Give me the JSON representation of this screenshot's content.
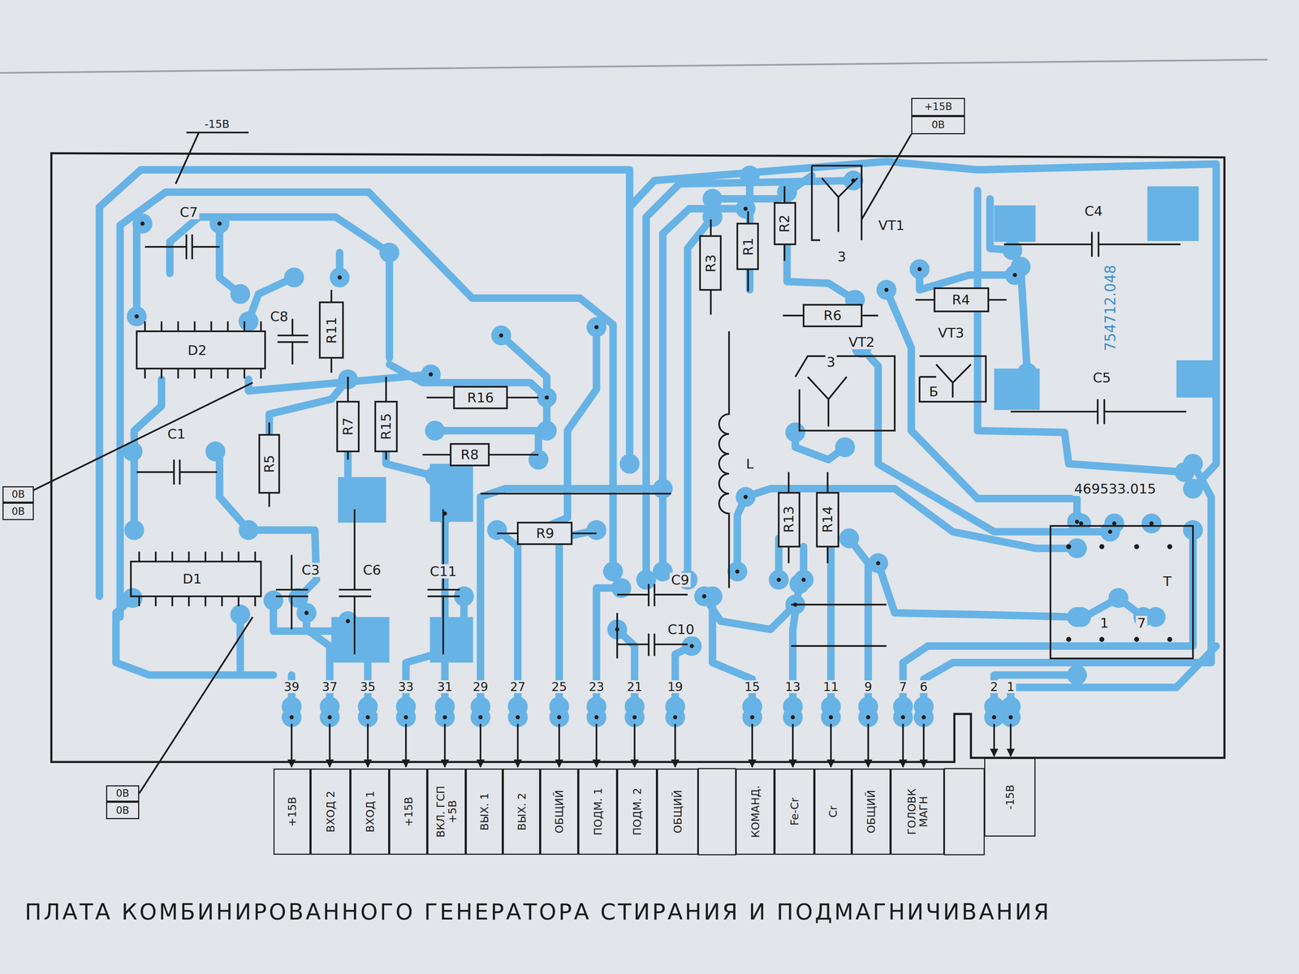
{
  "diagram": {
    "caption": "ПЛАТА КОМБИНИРОВАННОГО ГЕНЕРАТОРА СТИРАНИЯ И ПОДМАГНИЧИВАНИЯ",
    "nodes": [
      {
        "text": [
          "+15В"
        ]
      },
      {
        "text": [
          "0В"
        ]
      },
      {
        "text": [
          "0В"
        ]
      },
      {
        "text": [
          "0В"
        ]
      },
      {
        "text": [
          "0В"
        ]
      },
      {
        "text": [
          "0В"
        ]
      },
      {
        "text": [
          "+15В"
        ]
      },
      {
        "text": [
          "ВХОД 2"
        ]
      },
      {
        "text": [
          "ВХОД 1"
        ]
      },
      {
        "text": [
          "+15В"
        ]
      },
      {
        "text": [
          "ВКЛ. ГСП +5В"
        ]
      },
      {
        "text": [
          "ВЫХ. 1"
        ]
      },
      {
        "text": [
          "ВЫХ. 2"
        ]
      },
      {
        "text": [
          "ОБЩИЙ"
        ]
      },
      {
        "text": [
          "ПОДМ. 1"
        ]
      },
      {
        "text": [
          "ПОДМ. 2"
        ]
      },
      {
        "text": [
          "ОБЩИЙ"
        ]
      },
      {
        "text": [
          "КОМАНД."
        ]
      },
      {
        "text": [
          "Fe-Cr"
        ]
      },
      {
        "text": [
          "Cr"
        ]
      },
      {
        "text": [
          "ОБЩИЙ"
        ]
      },
      {
        "text": [
          "ГОЛОВК МАГН"
        ]
      },
      {
        "text": [
          "-15В"
        ]
      }
    ],
    "labels": [
      "-15В",
      "C7",
      "C8",
      "R11",
      "D2",
      "C1",
      "R16",
      "R7",
      "R15",
      "R5",
      "R8",
      "R9",
      "D1",
      "C3",
      "C6",
      "C11",
      "C9",
      "C10",
      "R3",
      "R1",
      "R2",
      "VT1",
      "3",
      "R6",
      "VT2",
      "3",
      "L",
      "R13",
      "R14",
      "R4",
      "VT3",
      "Б",
      "C4",
      "754712.048",
      "C5",
      "469533.015",
      "T",
      "1",
      "7",
      "39",
      "37",
      "35",
      "33",
      "31",
      "29",
      "27",
      "25",
      "23",
      "21",
      "19",
      "15",
      "13",
      "11",
      "9",
      "7",
      "6",
      "2",
      "1"
    ]
  }
}
